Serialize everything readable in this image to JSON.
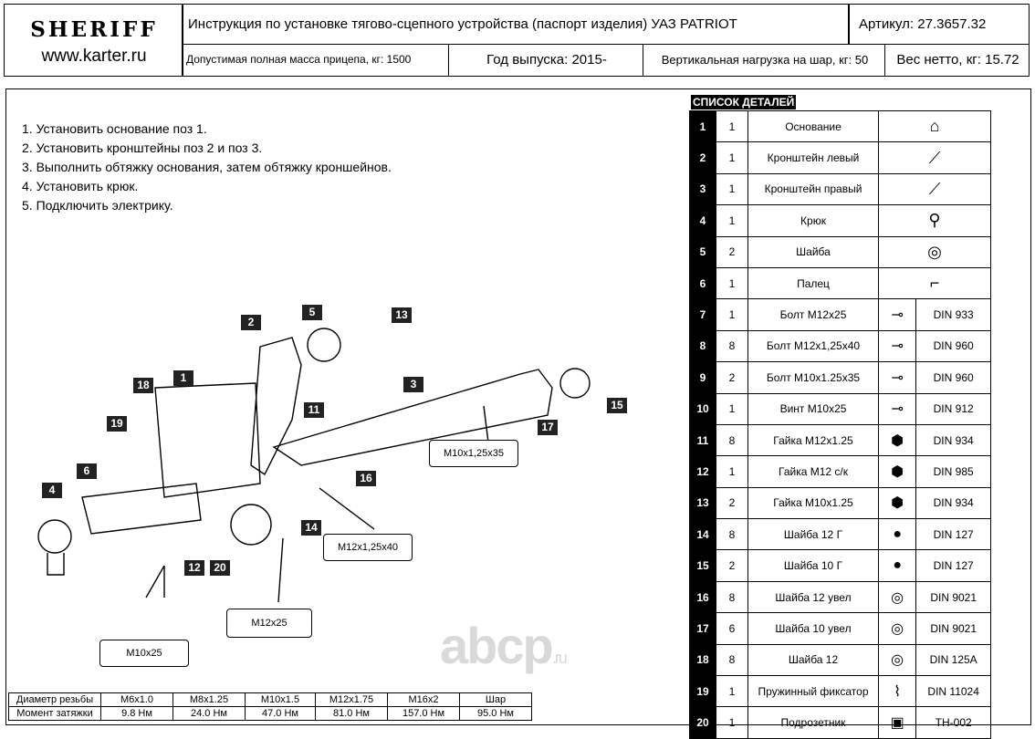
{
  "header": {
    "brand": "SHERIFF",
    "site": "www.karter.ru",
    "title": "Инструкция по установке тягово-сцепного устройства (паспорт изделия) УАЗ PATRIOT",
    "article": "Артикул:  27.3657.32",
    "mass": "Допустимая полная масса прицепа, кг: 1500",
    "year": "Год выпуска: 2015-",
    "load": "Вертикальная нагрузка на шар, кг: 50",
    "weight": "Вес нетто, кг: 15.72"
  },
  "steps": [
    "1. Установить основание поз 1.",
    "2. Установить кронштейны поз 2 и поз 3.",
    "3. Выполнить обтяжку основания, затем обтяжку кроншейнов.",
    "4. Установить крюк.",
    "5. Подключить электрику."
  ],
  "parts_title": "СПИСОК ДЕТАЛЕЙ",
  "parts": [
    {
      "n": "1",
      "q": "1",
      "name": "Основание",
      "std": "",
      "icon": "base-icon"
    },
    {
      "n": "2",
      "q": "1",
      "name": "Кронштейн левый",
      "std": "",
      "icon": "bracket-icon"
    },
    {
      "n": "3",
      "q": "1",
      "name": "Кронштейн правый",
      "std": "",
      "icon": "bracket-icon"
    },
    {
      "n": "4",
      "q": "1",
      "name": "Крюк",
      "std": "",
      "icon": "hook-icon"
    },
    {
      "n": "5",
      "q": "2",
      "name": "Шайба",
      "std": "",
      "icon": "washer-icon"
    },
    {
      "n": "6",
      "q": "1",
      "name": "Палец",
      "std": "",
      "icon": "pin-icon"
    },
    {
      "n": "7",
      "q": "1",
      "name": "Болт М12х25",
      "std": "DIN 933",
      "icon": "bolt-icon"
    },
    {
      "n": "8",
      "q": "8",
      "name": "Болт М12х1,25х40",
      "std": "DIN 960",
      "icon": "bolt-icon"
    },
    {
      "n": "9",
      "q": "2",
      "name": "Болт М10х1.25х35",
      "std": "DIN 960",
      "icon": "bolt-icon"
    },
    {
      "n": "10",
      "q": "1",
      "name": "Винт М10х25",
      "std": "DIN 912",
      "icon": "bolt-icon"
    },
    {
      "n": "11",
      "q": "8",
      "name": "Гайка М12х1.25",
      "std": "DIN 934",
      "icon": "nut-icon"
    },
    {
      "n": "12",
      "q": "1",
      "name": "Гайка М12 с/к",
      "std": "DIN 985",
      "icon": "nut-icon"
    },
    {
      "n": "13",
      "q": "2",
      "name": "Гайка М10х1.25",
      "std": "DIN 934",
      "icon": "nut-icon"
    },
    {
      "n": "14",
      "q": "8",
      "name": "Шайба 12 Г",
      "std": "DIN 127",
      "icon": "lock-washer-icon"
    },
    {
      "n": "15",
      "q": "2",
      "name": "Шайба 10 Г",
      "std": "DIN 127",
      "icon": "lock-washer-icon"
    },
    {
      "n": "16",
      "q": "8",
      "name": "Шайба 12 увел",
      "std": "DIN 9021",
      "icon": "washer-icon"
    },
    {
      "n": "17",
      "q": "6",
      "name": "Шайба 10 увел",
      "std": "DIN 9021",
      "icon": "washer-icon"
    },
    {
      "n": "18",
      "q": "8",
      "name": "Шайба 12",
      "std": "DIN 125A",
      "icon": "washer-icon"
    },
    {
      "n": "19",
      "q": "1",
      "name": "Пружинный фиксатор",
      "std": "DIN 11024",
      "icon": "clip-icon"
    },
    {
      "n": "20",
      "q": "1",
      "name": "Подрозетник",
      "std": "TH-002",
      "icon": "socket-plate-icon"
    }
  ],
  "diagram": {
    "labels": [
      "1",
      "2",
      "3",
      "4",
      "5",
      "6",
      "11",
      "12",
      "13",
      "14",
      "15",
      "16",
      "17",
      "18",
      "19",
      "20"
    ],
    "callouts": [
      "М10х1,25х35",
      "М12х1,25х40",
      "М12х25",
      "М10х25"
    ]
  },
  "torque": {
    "row1_label": "Диаметр резьбы",
    "row2_label": "Момент затяжки",
    "sizes": [
      "М6х1.0",
      "М8х1.25",
      "М10х1.5",
      "М12х1.75",
      "М16х2",
      "Шар"
    ],
    "values": [
      "9.8 Нм",
      "24.0 Нм",
      "47.0 Нм",
      "81.0 Нм",
      "157.0 Нм",
      "95.0 Нм"
    ]
  },
  "watermark": {
    "main": "abcp",
    "suffix": ".ru"
  }
}
